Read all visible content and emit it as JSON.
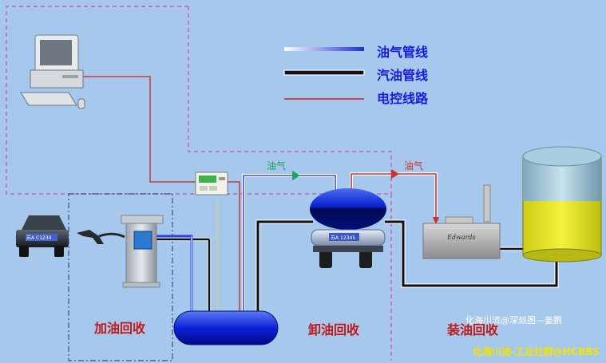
{
  "legend": {
    "vapor_line": "油气管线",
    "gasoline_line": "汽油管线",
    "control_line": "电控线路"
  },
  "flow_labels": {
    "vapor_left": "油气",
    "vapor_right": "油气"
  },
  "zones": {
    "refuel": "加油回收",
    "unload": "卸油回收",
    "load": "装油回收"
  },
  "plates": {
    "car": "苏A C1234",
    "tanker": "苏A 12345"
  },
  "unit_brand": "Edwards",
  "watermark_1": "化海川流@深燚图—姜鹏",
  "watermark_2": "化海川流-工业社群@HCBBS",
  "colors": {
    "background": "#a6c8ec",
    "vapor": "#3040e0",
    "gasoline": "#111111",
    "control": "#d02020",
    "zone_text": "#c21818",
    "legend_text": "#1a1ae0",
    "flow_green": "#1fa35a",
    "flow_red": "#d03030"
  }
}
